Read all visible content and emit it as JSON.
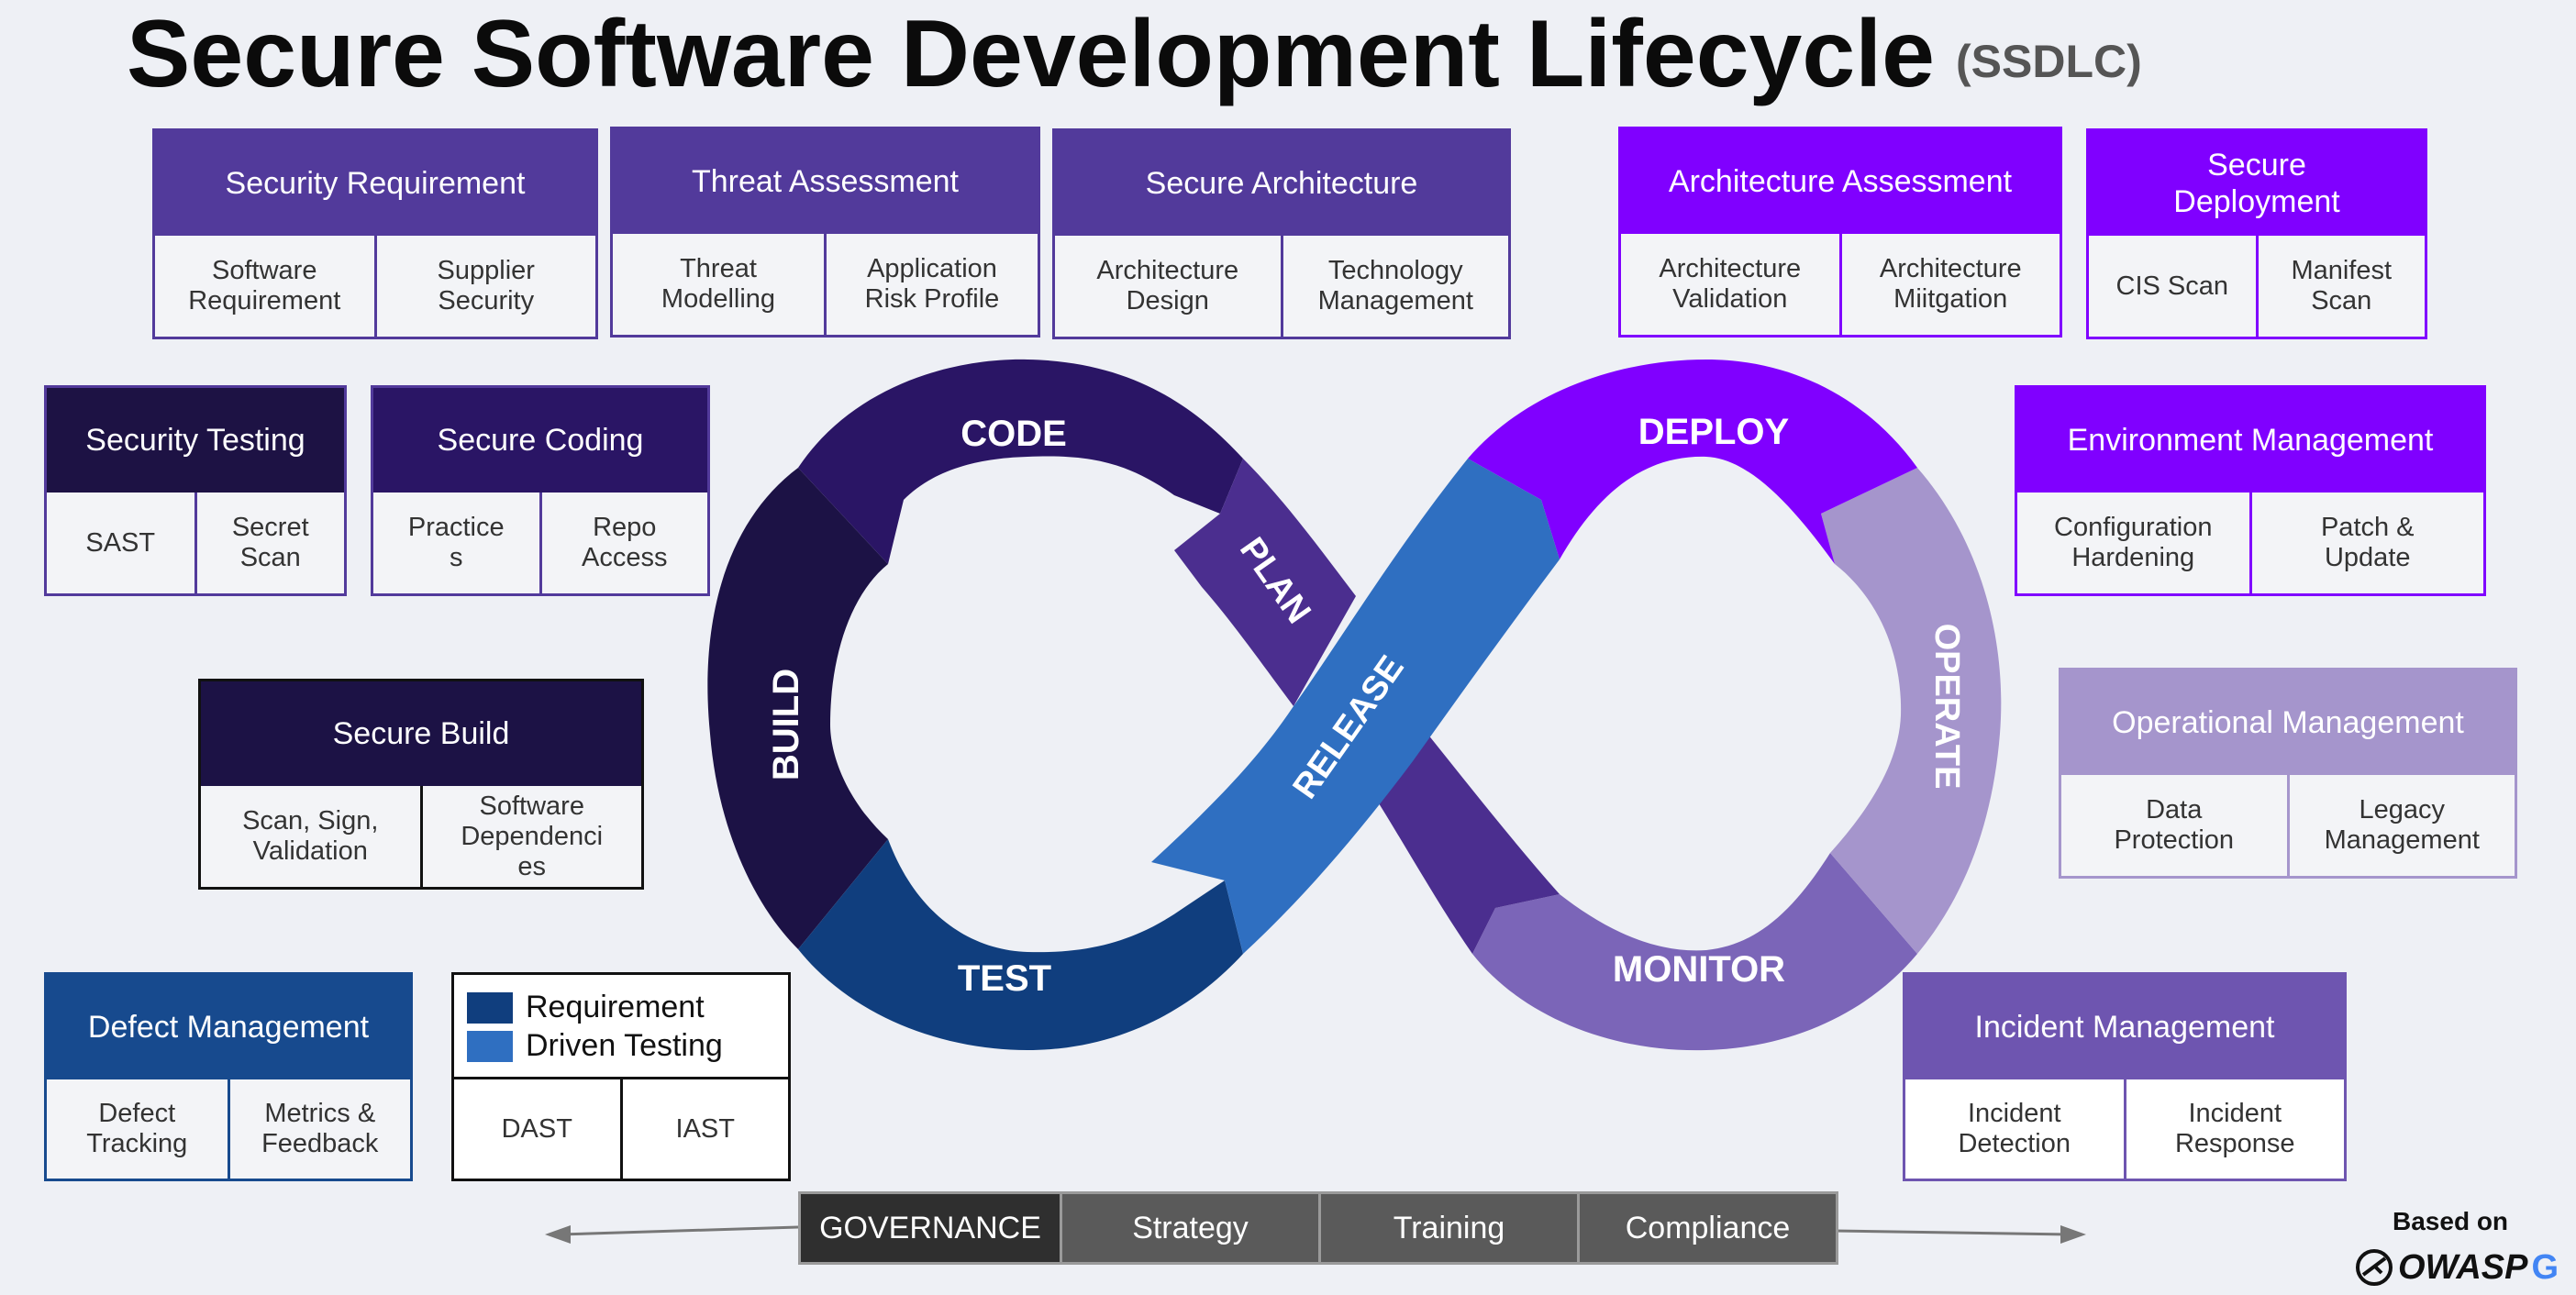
{
  "title": "Secure Software Development Lifecycle",
  "subtitle": "(SSDLC)",
  "phases": {
    "code": "CODE",
    "plan": "PLAN",
    "build": "BUILD",
    "test": "TEST",
    "release": "RELEASE",
    "deploy": "DEPLOY",
    "operate": "OPERATE",
    "monitor": "MONITOR"
  },
  "cards": {
    "security_requirement": {
      "title": "Security Requirement",
      "items": [
        "Software\nRequirement",
        "Supplier\nSecurity"
      ]
    },
    "threat_assessment": {
      "title": "Threat Assessment",
      "items": [
        "Threat\nModelling",
        "Application\nRisk Profile"
      ]
    },
    "secure_architecture": {
      "title": "Secure Architecture",
      "items": [
        "Architecture\nDesign",
        "Technology\nManagement"
      ]
    },
    "architecture_assessment": {
      "title": "Architecture Assessment",
      "items": [
        "Architecture\nValidation",
        "Architecture\nMiitgation"
      ]
    },
    "secure_deployment": {
      "title": "Secure\nDeployment",
      "items": [
        "CIS Scan",
        "Manifest\nScan"
      ]
    },
    "security_testing": {
      "title": "Security Testing",
      "items": [
        "SAST",
        "Secret\nScan"
      ]
    },
    "secure_coding": {
      "title": "Secure Coding",
      "items": [
        "Practice\ns",
        "Repo\nAccess"
      ]
    },
    "environment_management": {
      "title": "Environment Management",
      "items": [
        "Configuration\nHardening",
        "Patch &\nUpdate"
      ]
    },
    "secure_build": {
      "title": "Secure Build",
      "items": [
        "Scan, Sign,\nValidation",
        "Software\nDependenci\nes"
      ]
    },
    "operational_management": {
      "title": "Operational Management",
      "items": [
        "Data\nProtection",
        "Legacy\nManagement"
      ]
    },
    "defect_management": {
      "title": "Defect Management",
      "items": [
        "Defect\nTracking",
        "Metrics &\nFeedback"
      ]
    },
    "requirement_driven_testing": {
      "legend": [
        "Requirement",
        "Driven Testing"
      ],
      "items": [
        "DAST",
        "IAST"
      ]
    },
    "incident_management": {
      "title": "Incident Management",
      "items": [
        "Incident\nDetection",
        "Incident\nResponse"
      ]
    }
  },
  "governance": [
    "GOVERNANCE",
    "Strategy",
    "Training",
    "Compliance"
  ],
  "based_on": "Based on",
  "owasp": "OWASP",
  "google": "G",
  "colors": {
    "dark_navy": "#1d1244",
    "darkest": "#1a1040",
    "code_purple": "#2a1565",
    "plan_purple": "#4a2d8e",
    "purple": "#523a9b",
    "violet": "#8000ff",
    "lavender": "#a595cc",
    "monitor": "#7b65b8",
    "test_blue": "#103e7e",
    "release_blue": "#2f6fc1",
    "defect_blue": "#174a8e",
    "incident": "#6e55b0"
  }
}
